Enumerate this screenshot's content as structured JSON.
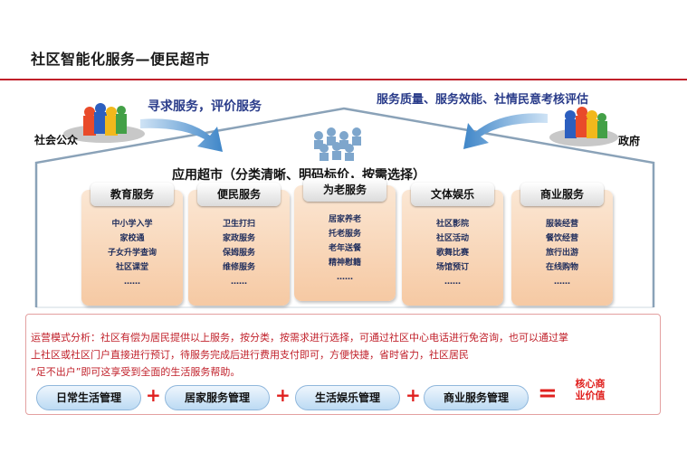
{
  "title": "社区智能化服务—便民超市",
  "slogans": {
    "left": "寻求服务，评价服务",
    "right": "服务质量、服务效能、社情民意考核评估"
  },
  "actors": {
    "public": "社会公众",
    "government": "政府"
  },
  "market_title": "应用超市（分类清晰、明码标价，按需选择）",
  "services": [
    {
      "name": "教育服务",
      "items": [
        "中小学入学",
        "家校通",
        "子女升学查询",
        "社区课堂",
        "……"
      ]
    },
    {
      "name": "便民服务",
      "items": [
        "卫生打扫",
        "家政服务",
        "保姆服务",
        "维修服务",
        "……"
      ]
    },
    {
      "name": "为老服务",
      "items": [
        "居家养老",
        "托老服务",
        "老年送餐",
        "精神慰籍",
        "……"
      ]
    },
    {
      "name": "文体娱乐",
      "items": [
        "社区影院",
        "社区活动",
        "歌舞比赛",
        "场馆预订",
        "……"
      ]
    },
    {
      "name": "商业服务",
      "items": [
        "服装经营",
        "餐饮经营",
        "旅行出游",
        "在线购物",
        "……"
      ]
    }
  ],
  "analysis": {
    "line1": "运营模式分析：社区有偿为居民提供以上服务，按分类，按需求进行选择，可通过社区中心电话进行免咨询，也可以通过掌",
    "line2": "上社区或社区门户直接进行预订，待服务完成后进行费用支付即可，方便快捷，省时省力，社区居民",
    "line3": "“足不出户”即可这享受到全面的生活服务帮助。"
  },
  "formula": {
    "terms": [
      "日常生活管理",
      "居家服务管理",
      "生活娱乐管理",
      "商业服务管理"
    ],
    "plus": "+",
    "equals": "=",
    "result_line1": "核心商",
    "result_line2": "业价值"
  },
  "colors": {
    "accent_red": "#c0202a",
    "slogan_blue": "#2a3c8a",
    "service_box": "#f6c9a3",
    "pill_blue": "#bcdaf3"
  }
}
